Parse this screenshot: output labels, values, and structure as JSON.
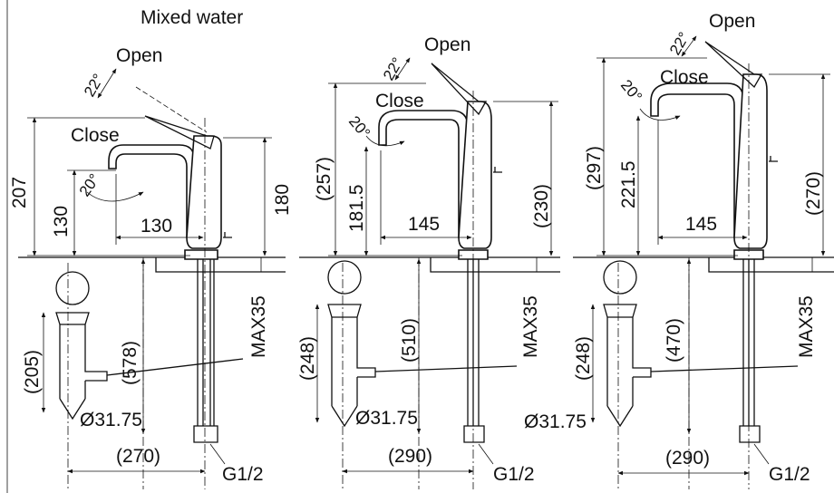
{
  "header": {
    "label": "Mixed water"
  },
  "views": [
    {
      "open": "Open",
      "close": "Close",
      "angle_open": "22°",
      "angle_close": "20°",
      "height_total": "207",
      "height_spout": "130",
      "height_body": "180",
      "reach": "130",
      "depth": "(578)",
      "max_deck": "MAX35",
      "drain": "(205)",
      "pipe": "Ø31.75",
      "offset": "(270)",
      "thread": "G1/2"
    },
    {
      "open": "Open",
      "close": "Close",
      "angle_open": "22°",
      "angle_close": "20°",
      "height_total": "(257)",
      "height_spout": "181.5",
      "height_body": "(230)",
      "reach": "145",
      "depth": "(510)",
      "max_deck": "MAX35",
      "drain": "(248)",
      "pipe": "Ø31.75",
      "offset": "(290)",
      "thread": "G1/2"
    },
    {
      "open": "Open",
      "close": "Close",
      "angle_open": "22°",
      "angle_close": "20°",
      "height_total": "(297)",
      "height_spout": "221.5",
      "height_body": "(270)",
      "reach": "145",
      "depth": "(470)",
      "max_deck": "MAX35",
      "drain": "(248)",
      "pipe": "Ø31.75",
      "offset": "(290)",
      "thread": "G1/2"
    }
  ]
}
